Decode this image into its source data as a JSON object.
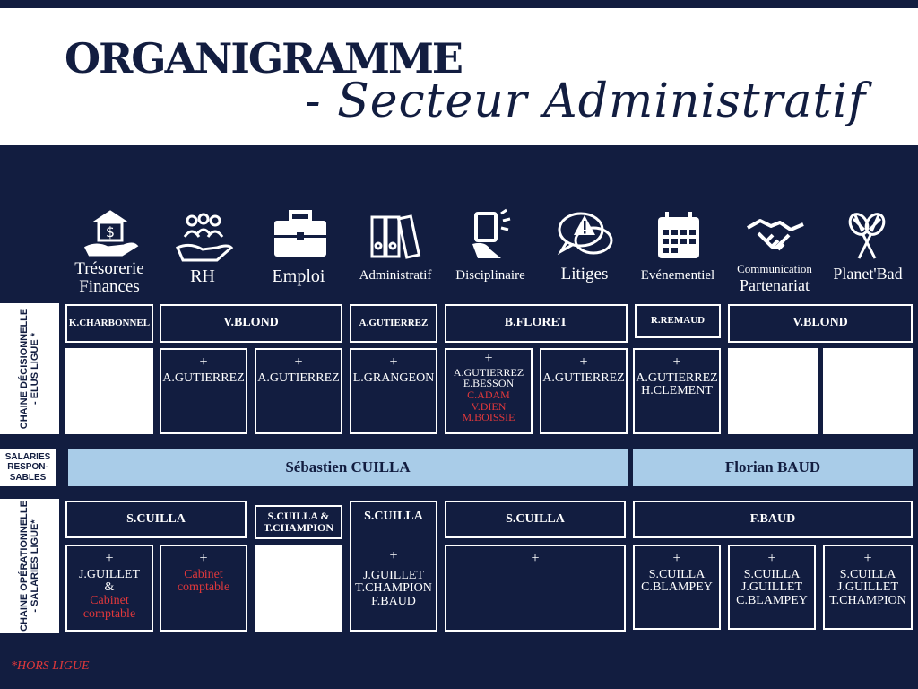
{
  "header": {
    "title": "ORGANIGRAMME",
    "subtitle": "- Secteur Administratif"
  },
  "categories": [
    {
      "label1": "Trésorerie",
      "label2": "Finances",
      "icon": "money-hand-icon"
    },
    {
      "label1": "RH",
      "icon": "people-hand-icon"
    },
    {
      "label1": "Emploi",
      "icon": "briefcase-icon"
    },
    {
      "label1": "Administratif",
      "icon": "binders-icon"
    },
    {
      "label1": "Disciplinaire",
      "icon": "card-hand-icon"
    },
    {
      "label1": "Litiges",
      "icon": "chat-warning-icon"
    },
    {
      "label1": "Evénementiel",
      "icon": "calendar-icon"
    },
    {
      "label1": "Communication",
      "label2": "Partenariat",
      "icon": "handshake-icon"
    },
    {
      "label1": "Planet'Bad",
      "icon": "badminton-icon"
    }
  ],
  "row_labels": {
    "decision_1": "CHAINE DÉCISIONNELLE",
    "decision_2": "- ELUS LIGUE *",
    "salaries_1": "SALARIES",
    "salaries_2": "RESPON-",
    "salaries_3": "SABLES",
    "operation_1": "CHAINE OPÉRATIONNELLE",
    "operation_2": "- SALARIES LIGUE*"
  },
  "decision_heads": [
    "K.CHARBONNEL",
    "V.BLOND",
    "A.GUTIERREZ",
    "B.FLORET",
    "R.REMAUD",
    "V.BLOND"
  ],
  "decision_cells": {
    "plus": "+",
    "rh": "A.GUTIERREZ",
    "emploi": "A.GUTIERREZ",
    "admin": "L.GRANGEON",
    "disc_1": "A.GUTIERREZ",
    "disc_2": "E.BESSON",
    "disc_3": "C.ADAM",
    "disc_4": "V.DIEN",
    "disc_5": "M.BOISSIE",
    "litiges": "A.GUTIERREZ",
    "event_1": "A.GUTIERREZ",
    "event_2": "H.CLEMENT"
  },
  "salaries": [
    "Sébastien CUILLA",
    "Florian BAUD"
  ],
  "operation_heads": [
    "S.CUILLA",
    "S.CUILLA &",
    "T.CHAMPION",
    "S.CUILLA",
    "S.CUILLA",
    "F.BAUD"
  ],
  "operation_cells": {
    "plus": "+",
    "tres_1": "J.GUILLET",
    "tres_2": "&",
    "tres_3": "Cabinet",
    "tres_4": "comptable",
    "rh_1": "Cabinet",
    "rh_2": "comptable",
    "admin_1": "J.GUILLET",
    "admin_2": "T.CHAMPION",
    "admin_3": "F.BAUD",
    "event_1": "S.CUILLA",
    "event_2": "C.BLAMPEY",
    "com_1": "S.CUILLA",
    "com_2": "J.GUILLET",
    "com_3": "C.BLAMPEY",
    "pb_1": "S.CUILLA",
    "pb_2": "J.GUILLET",
    "pb_3": "T.CHAMPION"
  },
  "footnote": "*HORS LIGUE"
}
